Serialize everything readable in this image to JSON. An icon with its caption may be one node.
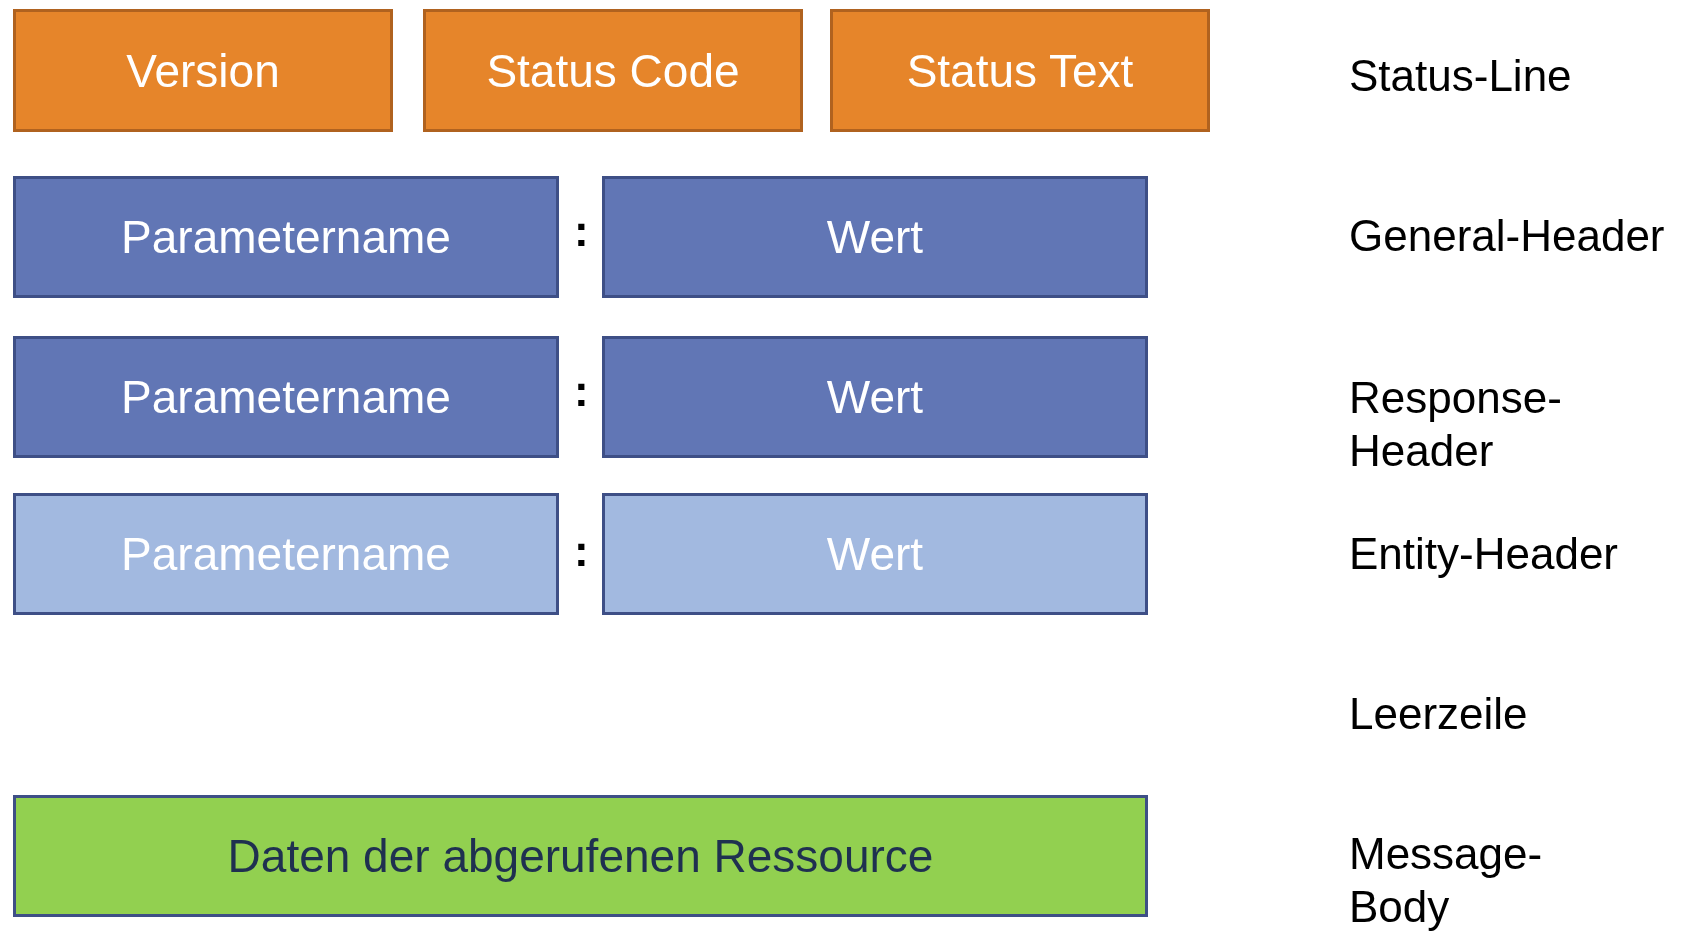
{
  "diagram": {
    "nodes": [
      {
        "text": [
          "Version"
        ]
      },
      {
        "text": [
          "Status Code"
        ]
      },
      {
        "text": [
          "Status Text"
        ]
      },
      {
        "text": [
          "Parametername"
        ]
      },
      {
        "text": [
          "Wert"
        ]
      },
      {
        "text": [
          "Parametername"
        ]
      },
      {
        "text": [
          "Wert"
        ]
      },
      {
        "text": [
          "Parametername"
        ]
      },
      {
        "text": [
          "Wert"
        ]
      },
      {
        "text": [
          "Daten der abgerufenen Ressource"
        ]
      }
    ],
    "labels": [
      "Status-Line",
      ":",
      "General-Header",
      ":",
      "Response-Header",
      ":",
      "Entity-Header",
      "Leerzeile",
      "Message-Body"
    ]
  }
}
